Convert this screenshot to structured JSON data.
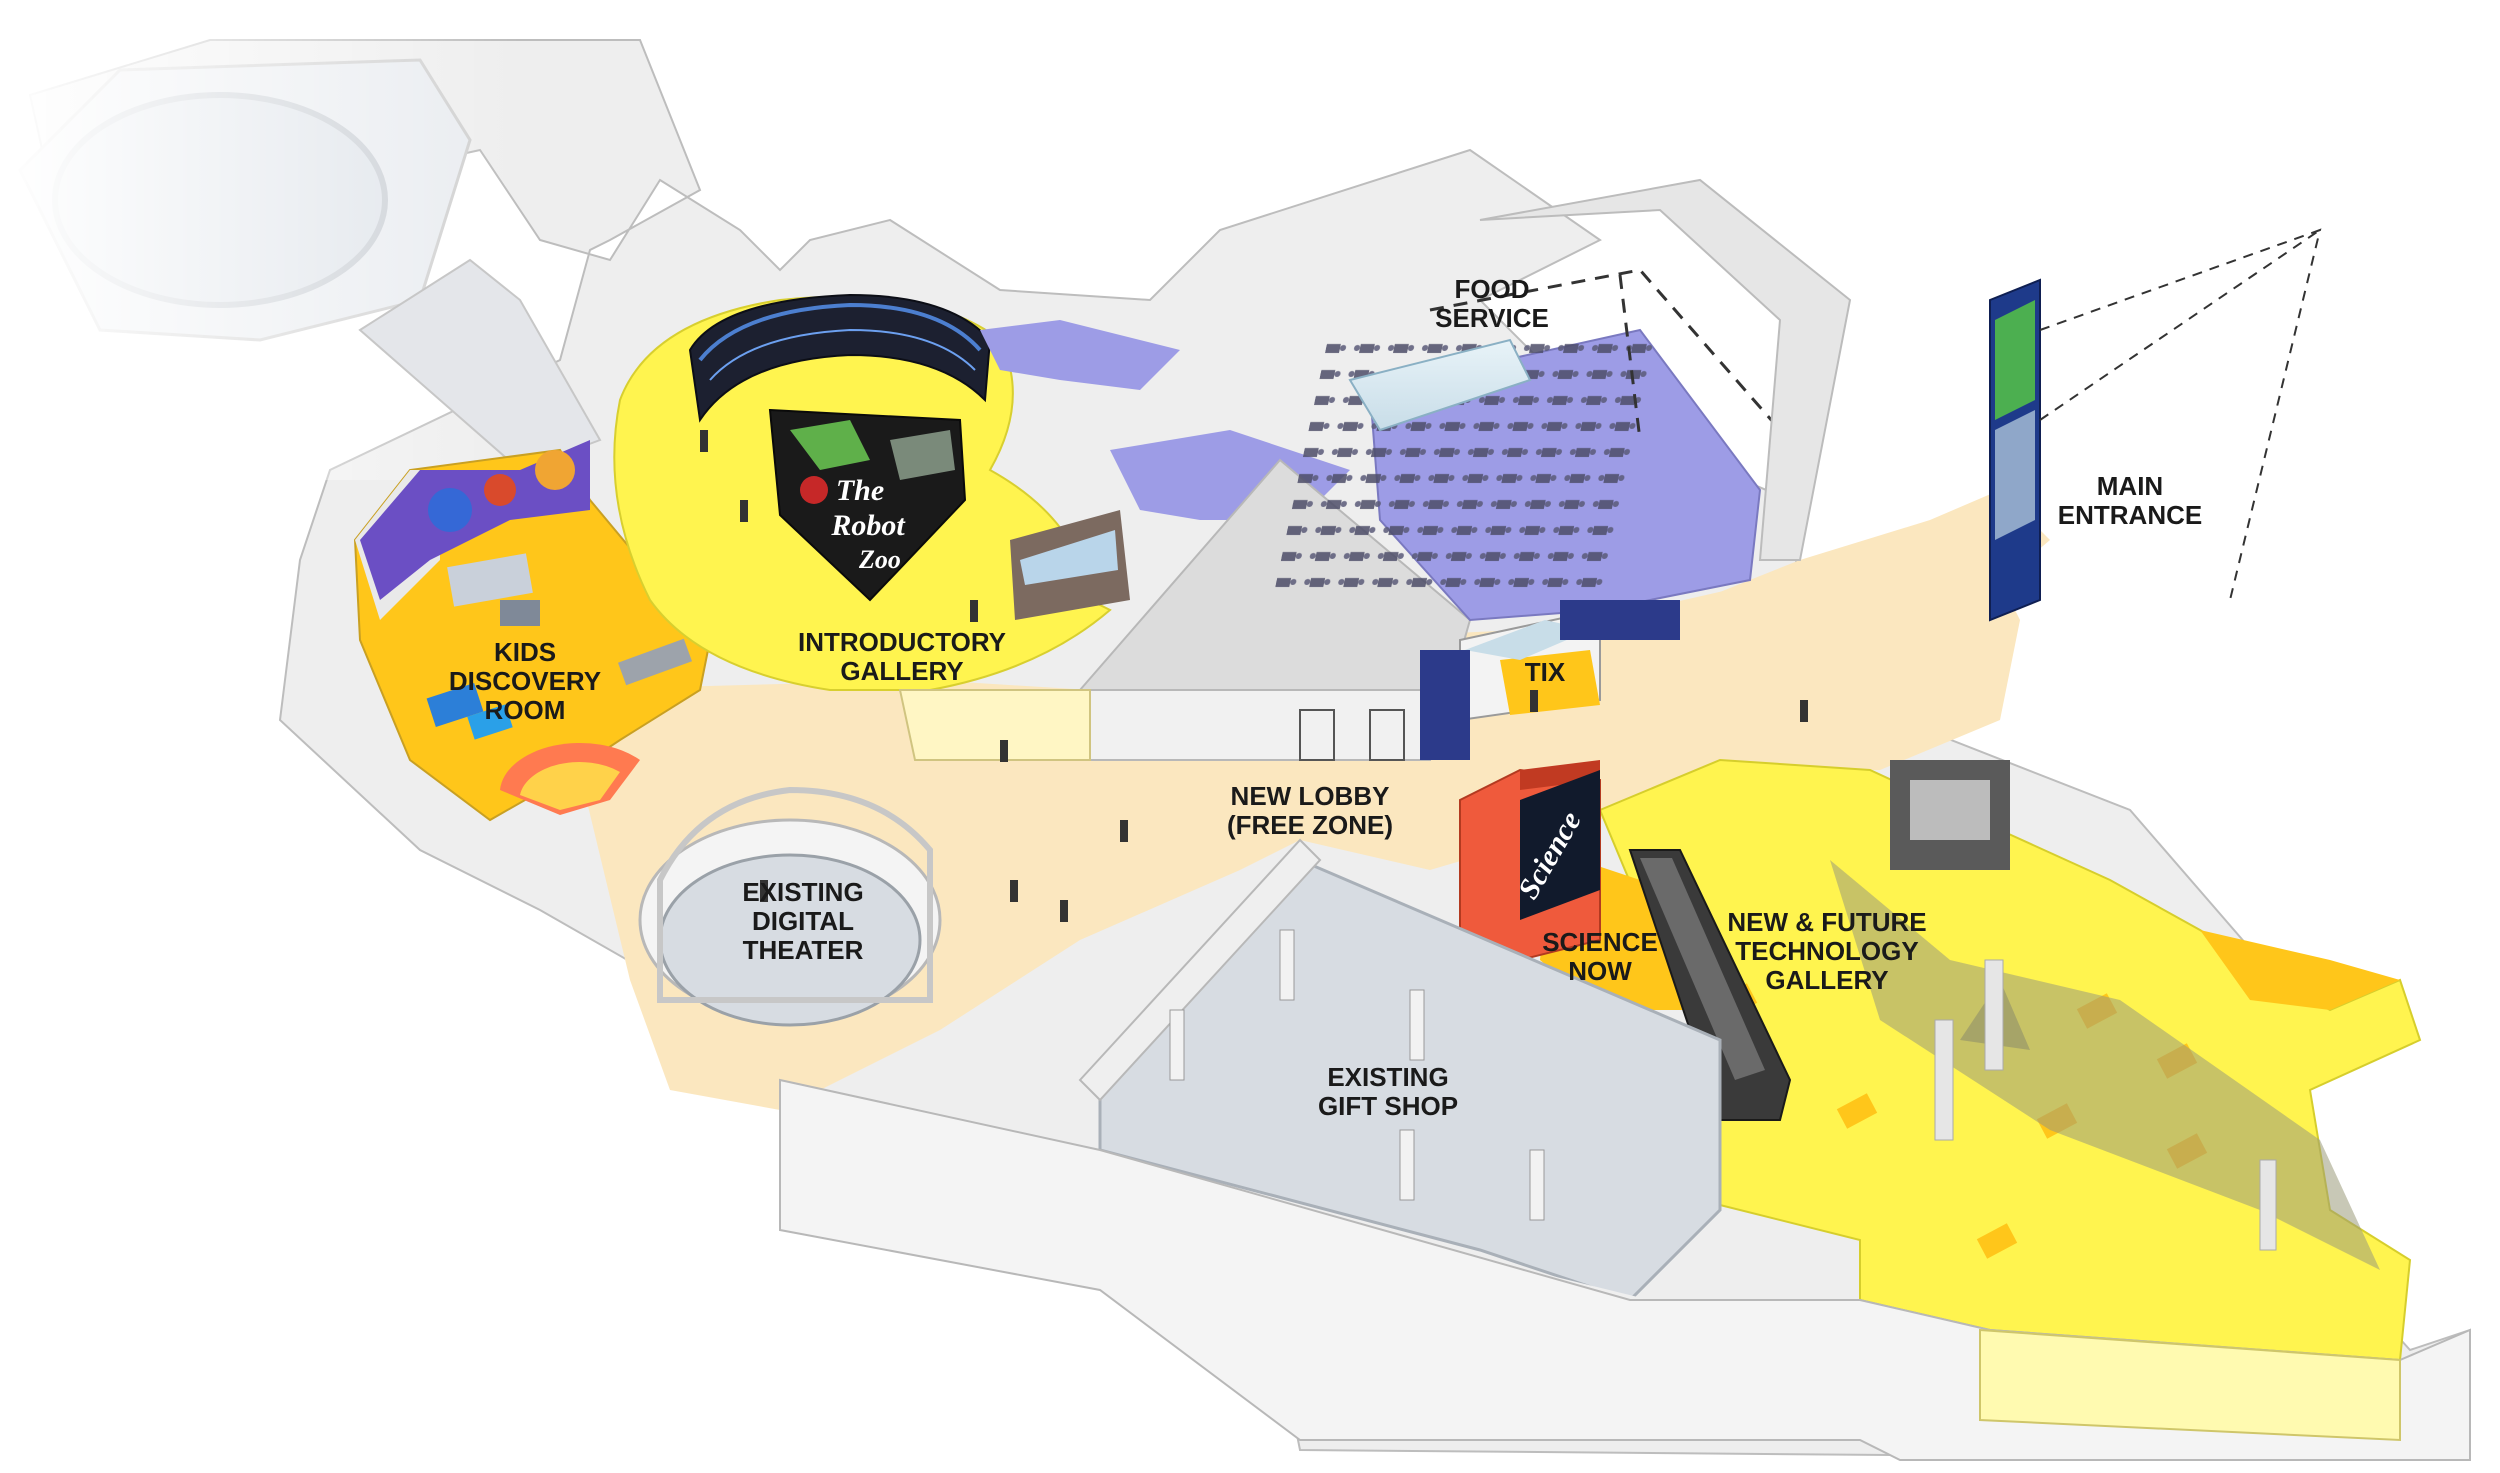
{
  "areas": {
    "kids_discovery": [
      "KIDS",
      "DISCOVERY",
      "ROOM"
    ],
    "introductory": [
      "INTRODUCTORY",
      "GALLERY"
    ],
    "food_service": [
      "FOOD",
      "SERVICE"
    ],
    "main_entrance": [
      "MAIN",
      "ENTRANCE"
    ],
    "tix": "TIX",
    "new_lobby": [
      "NEW LOBBY",
      "(FREE ZONE)"
    ],
    "digital_theater": [
      "EXISTING",
      "DIGITAL",
      "THEATER"
    ],
    "science_now": [
      "SCIENCE",
      "NOW"
    ],
    "new_future_tech": [
      "NEW & FUTURE",
      "TECHNOLOGY",
      "GALLERY"
    ],
    "gift_shop": [
      "EXISTING",
      "GIFT SHOP"
    ]
  },
  "exhibit_signs": {
    "robot_zoo": [
      "The",
      "Robot",
      "Zoo"
    ],
    "science_kiosk": "Science"
  },
  "colors": {
    "lobby": "#fbe7bf",
    "new_gallery": "#fff44f",
    "kids_room": "#ffc61a",
    "food_service": "#9d9ce6",
    "walls": "#e6e6e6",
    "existing_floor": "#d7dce2",
    "kiosk": "#ef5a3c"
  }
}
